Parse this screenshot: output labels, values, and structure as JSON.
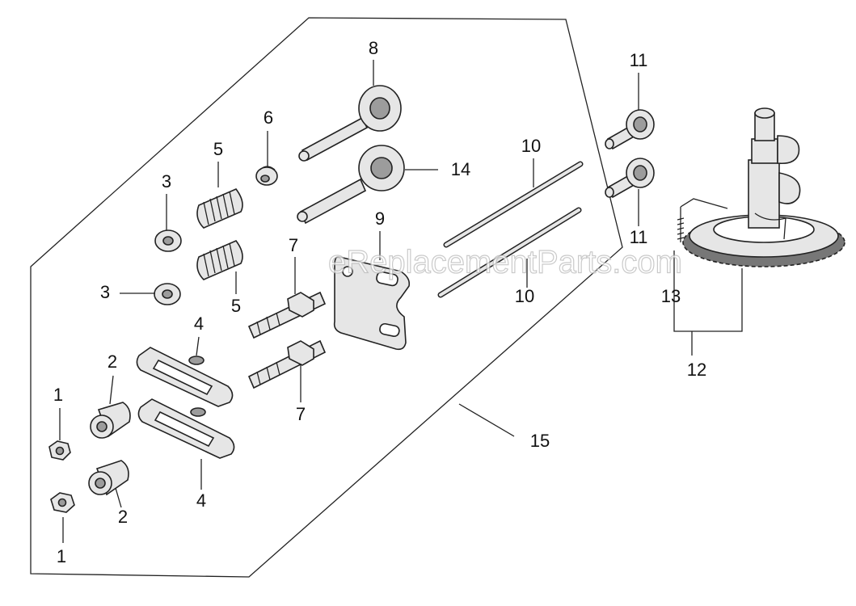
{
  "watermark": "eReplacementParts.com",
  "callouts": [
    {
      "id": "c-1a",
      "text": "1"
    },
    {
      "id": "c-1b",
      "text": "1"
    },
    {
      "id": "c-2a",
      "text": "2"
    },
    {
      "id": "c-2b",
      "text": "2"
    },
    {
      "id": "c-3a",
      "text": "3"
    },
    {
      "id": "c-3b",
      "text": "3"
    },
    {
      "id": "c-4a",
      "text": "4"
    },
    {
      "id": "c-4b",
      "text": "4"
    },
    {
      "id": "c-5a",
      "text": "5"
    },
    {
      "id": "c-5b",
      "text": "5"
    },
    {
      "id": "c-6",
      "text": "6"
    },
    {
      "id": "c-7a",
      "text": "7"
    },
    {
      "id": "c-7b",
      "text": "7"
    },
    {
      "id": "c-8",
      "text": "8"
    },
    {
      "id": "c-9",
      "text": "9"
    },
    {
      "id": "c-10a",
      "text": "10"
    },
    {
      "id": "c-10b",
      "text": "10"
    },
    {
      "id": "c-11a",
      "text": "11"
    },
    {
      "id": "c-11b",
      "text": "11"
    },
    {
      "id": "c-12",
      "text": "12"
    },
    {
      "id": "c-13",
      "text": "13"
    },
    {
      "id": "c-14",
      "text": "14"
    },
    {
      "id": "c-15",
      "text": "15"
    }
  ]
}
